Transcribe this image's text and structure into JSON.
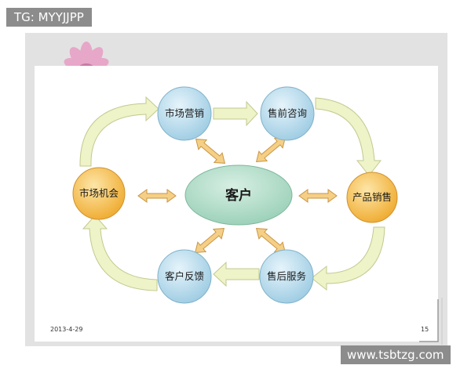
{
  "watermark_top": "TG: MYYJJPP",
  "watermark_bottom": "www.tsbtzg.com",
  "diagram": {
    "center": "客户",
    "nodes": {
      "market_promotion": "市场营销",
      "presales_consulting": "售前咨询",
      "product_sales": "产品销售",
      "aftersales_service": "售后服务",
      "customer_feedback": "客户反馈",
      "market_opportunity": "市场机会"
    }
  },
  "footer": {
    "date": "2013-4-29",
    "page": "15"
  },
  "colors": {
    "blue_node": "#b9dcec",
    "orange_node": "#f6c25a",
    "center_node": "#a9d9c3",
    "arrow_fill": "#eef3c8",
    "double_arrow": "#f5cf86"
  }
}
